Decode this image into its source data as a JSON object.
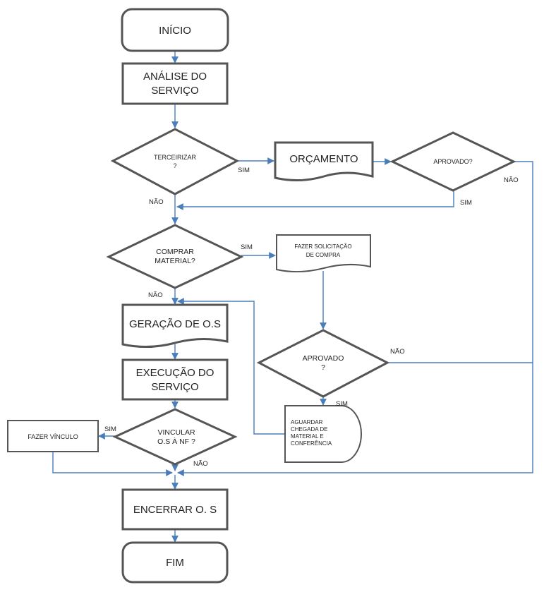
{
  "nodes": {
    "inicio": "INÍCIO",
    "analise_1": "ANÁLISE DO",
    "analise_2": "SERVIÇO",
    "terceirizar_1": "TERCEIRIZAR",
    "terceirizar_2": "?",
    "orcamento": "ORÇAMENTO",
    "aprovado_1": "APROVADO?",
    "comprar_1": "COMPRAR",
    "comprar_2": "MATERIAL?",
    "solicitacao_1": "FAZER SOLICITAÇÃO",
    "solicitacao_2": "DE COMPRA",
    "geracao": "GERAÇÃO DE O.S",
    "aprovado2_1": "APROVADO",
    "aprovado2_2": "?",
    "execucao_1": "EXECUÇÃO  DO",
    "execucao_2": "SERVIÇO",
    "aguardar_1": "AGUARDAR",
    "aguardar_2": "CHEGADA DE",
    "aguardar_3": "MATERIAL E",
    "aguardar_4": "CONFERÊNCIA",
    "vincular_1": "VINCULAR",
    "vincular_2": "O.S À NF ?",
    "fazer_vinculo": "FAZER VÍNCULO",
    "encerrar": "ENCERRAR  O. S",
    "fim": "FIM"
  },
  "edge_labels": {
    "terceirizar_sim": "SIM",
    "terceirizar_nao": "NÃO",
    "aprovado_nao": "NÃO",
    "aprovado_sim": "SIM",
    "comprar_sim": "SIM",
    "comprar_nao": "NÃO",
    "aprovado2_nao": "NÃO",
    "aprovado2_sim": "SIM",
    "vincular_sim": "SIM",
    "vincular_nao": "NÃO"
  },
  "colors": {
    "connector": "#4a7ebb",
    "shape_border": "#555555"
  }
}
